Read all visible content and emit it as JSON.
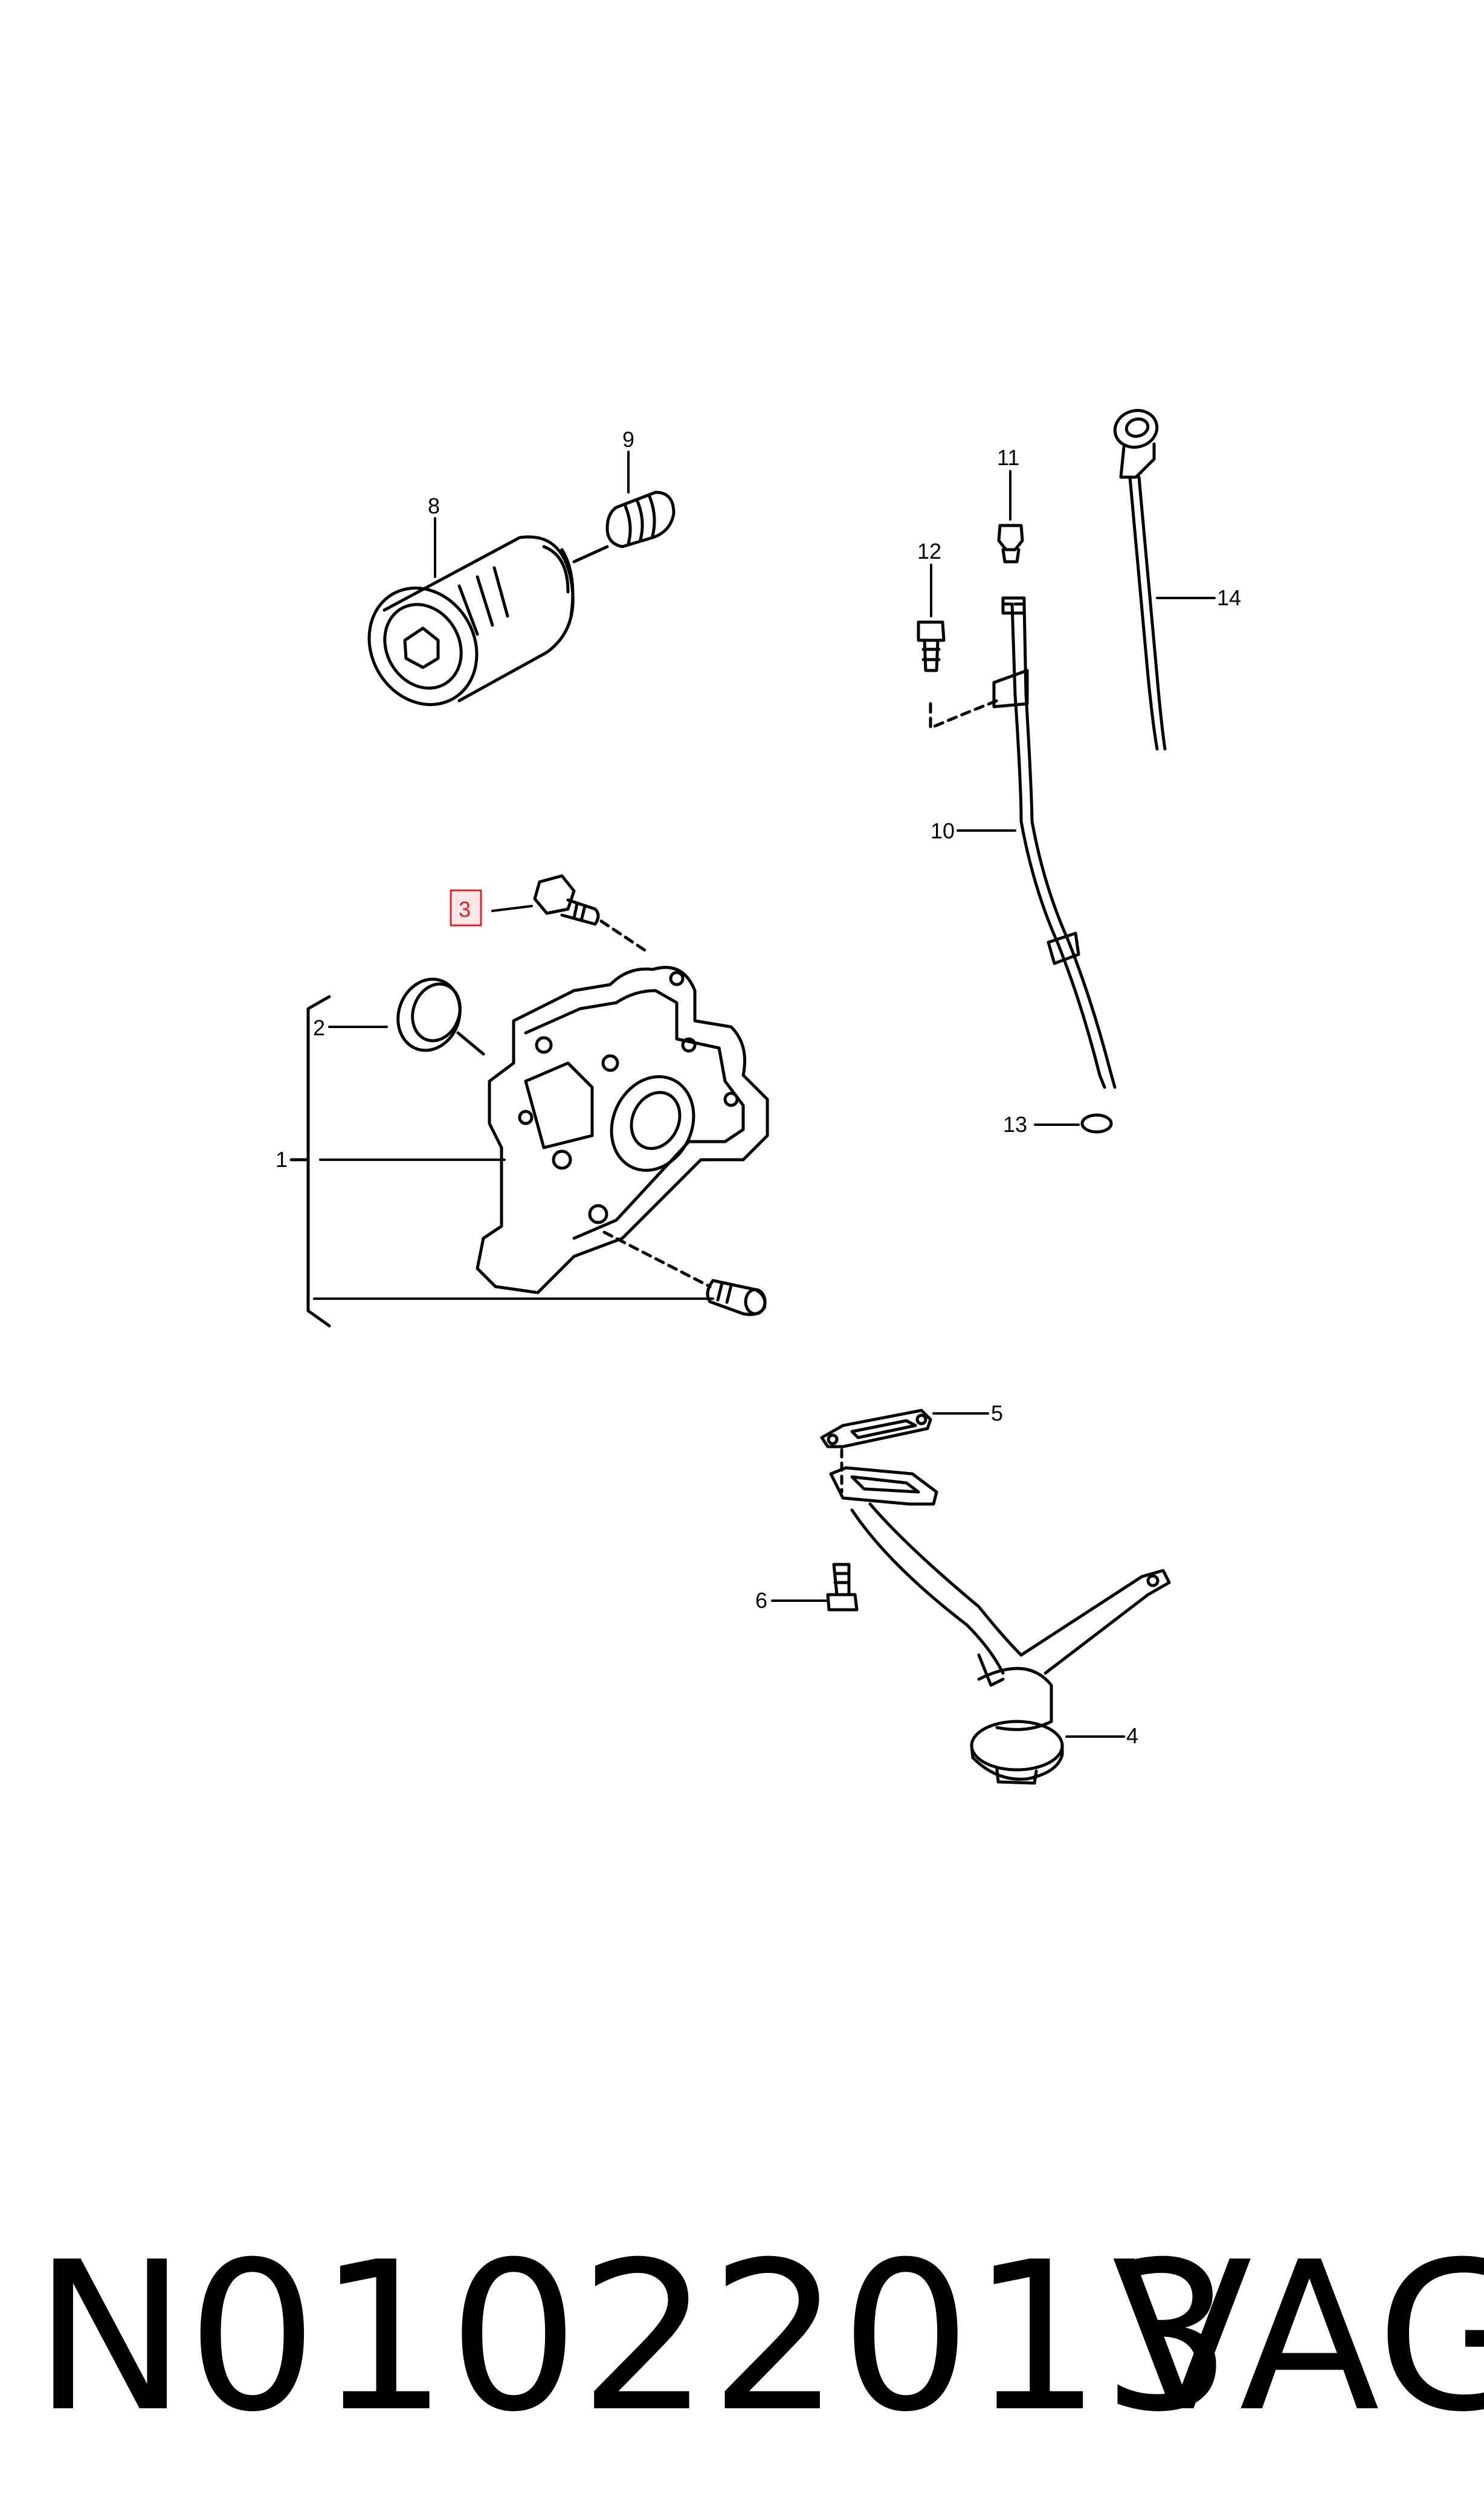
{
  "diagram": {
    "callouts": {
      "c1": "1",
      "c2": "2",
      "c3": "3",
      "c4": "4",
      "c5": "5",
      "c6": "6",
      "c7": "8",
      "c8": "9",
      "c9": "10",
      "c10": "11",
      "c11": "12",
      "c12": "13",
      "c13": "14"
    },
    "highlighted_callout": "3",
    "highlight_color": "#e0202a"
  },
  "footer": {
    "part_number": "N01022013",
    "brand": "VAG"
  }
}
